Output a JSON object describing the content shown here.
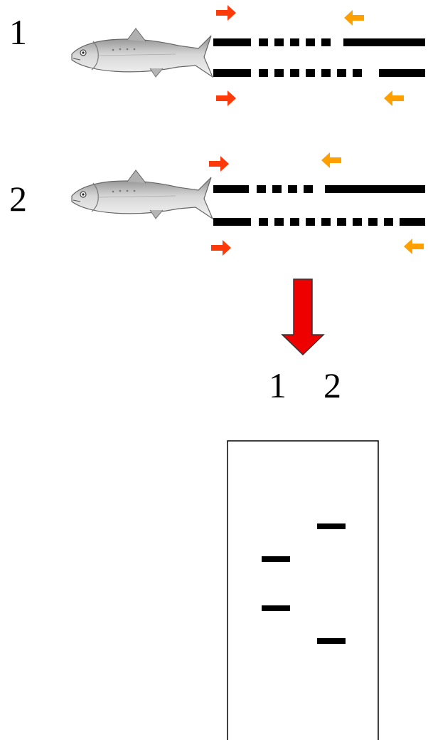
{
  "samples": [
    {
      "number": "1",
      "icon": "fish-icon",
      "strands": [
        {
          "segments": [
            "solid",
            "dashed",
            "solid"
          ]
        },
        {
          "segments": [
            "solid",
            "dashed",
            "solid"
          ]
        }
      ]
    },
    {
      "number": "2",
      "icon": "fish-icon",
      "strands": [
        {
          "segments": [
            "solid",
            "dashed",
            "solid"
          ]
        },
        {
          "segments": [
            "solid",
            "dashed",
            "solid"
          ]
        }
      ]
    }
  ],
  "primer_colors": {
    "forward": "#ff3a0a",
    "reverse": "#ff9f00"
  },
  "arrow_color": "#ee0000",
  "gel": {
    "lane_labels": [
      "1",
      "2"
    ],
    "lanes": [
      {
        "lane": "1",
        "bands": 2
      },
      {
        "lane": "2",
        "bands": 2
      }
    ]
  }
}
